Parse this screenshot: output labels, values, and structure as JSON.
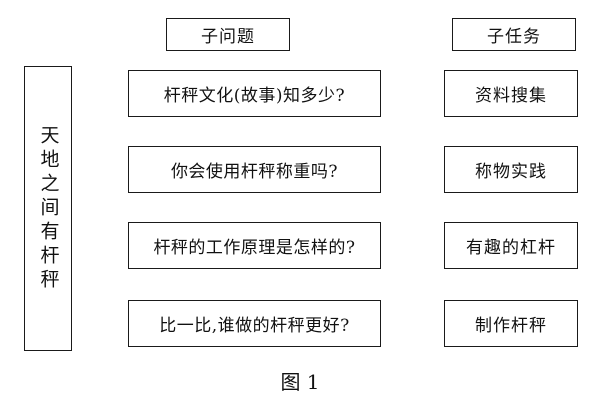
{
  "topic": "天地之间有杆秤",
  "headers": {
    "sub_questions": "子问题",
    "sub_tasks": "子任务"
  },
  "questions": [
    "杆秤文化(故事)知多少?",
    "你会使用杆秤称重吗?",
    "杆秤的工作原理是怎样的?",
    "比一比,谁做的杆秤更好?"
  ],
  "tasks": [
    "资料搜集",
    "称物实践",
    "有趣的杠杆",
    "制作杆秤"
  ],
  "caption": "图 1"
}
